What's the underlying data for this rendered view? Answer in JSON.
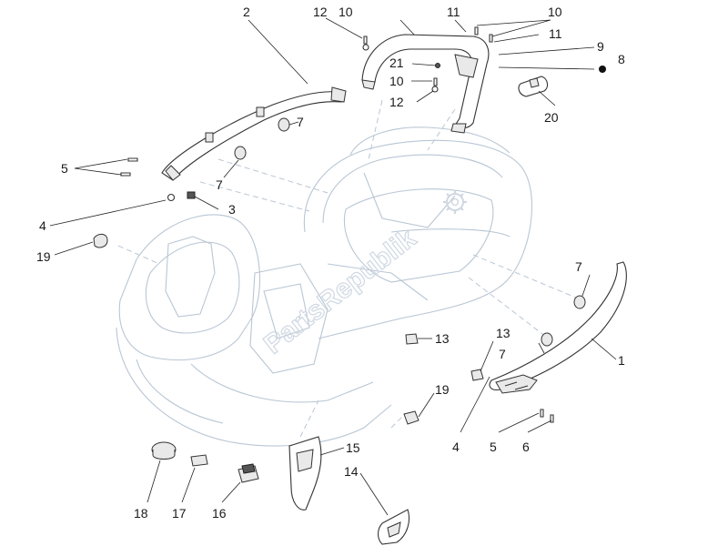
{
  "watermark": "PartsRepublik",
  "labels": {
    "l1": "1",
    "l2": "2",
    "l3": "3",
    "l4a": "4",
    "l4b": "4",
    "l5a": "5",
    "l5b": "5",
    "l6": "6",
    "l7a": "7",
    "l7b": "7",
    "l7c": "7",
    "l7d": "7",
    "l8": "8",
    "l9": "9",
    "l10a": "10",
    "l10b": "10",
    "l10c": "10",
    "l11a": "11",
    "l11b": "11",
    "l12a": "12",
    "l12b": "12",
    "l13a": "13",
    "l13b": "13",
    "l14": "14",
    "l15": "15",
    "l16": "16",
    "l17": "17",
    "l18": "18",
    "l19a": "19",
    "l19b": "19",
    "l20": "20",
    "l21": "21"
  }
}
